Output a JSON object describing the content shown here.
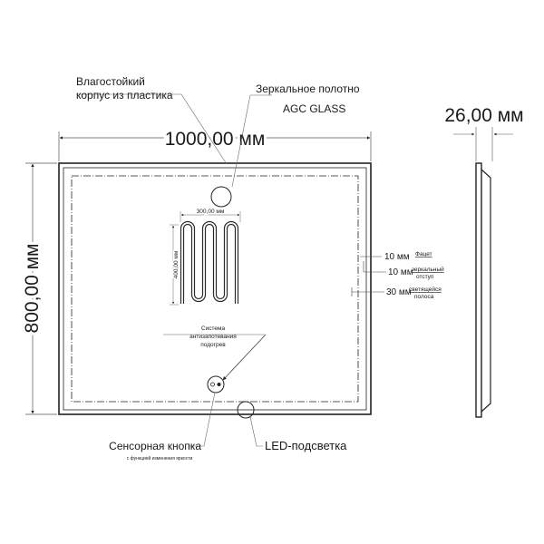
{
  "dimensions": {
    "width_label": "1000,00 мм",
    "height_label": "800,00 мм",
    "depth_label": "26,00 мм",
    "heater_width_label": "300,00 мм",
    "heater_height_label": "400,00 мм"
  },
  "callouts": {
    "housing_line1": "Влагостойкий",
    "housing_line2": "корпус из пластика",
    "mirror_line1": "Зеркальное  полотно",
    "mirror_line2": "AGC GLASS",
    "heater_line1": "Система",
    "heater_line2": "антизапотевания",
    "heater_line3": "подогрев",
    "button_line1": "Сенсорная кнопка",
    "button_line2": "с функцией изменения яркости",
    "led": "LED-подсветка"
  },
  "edge_specs": [
    {
      "value": "10 мм",
      "line1": "Фацет",
      "line2": ""
    },
    {
      "value": "10 мм",
      "line1": "зеркальный",
      "line2": "отступ"
    },
    {
      "value": "30 мм",
      "line1": "светящейся",
      "line2": "полоса"
    }
  ]
}
